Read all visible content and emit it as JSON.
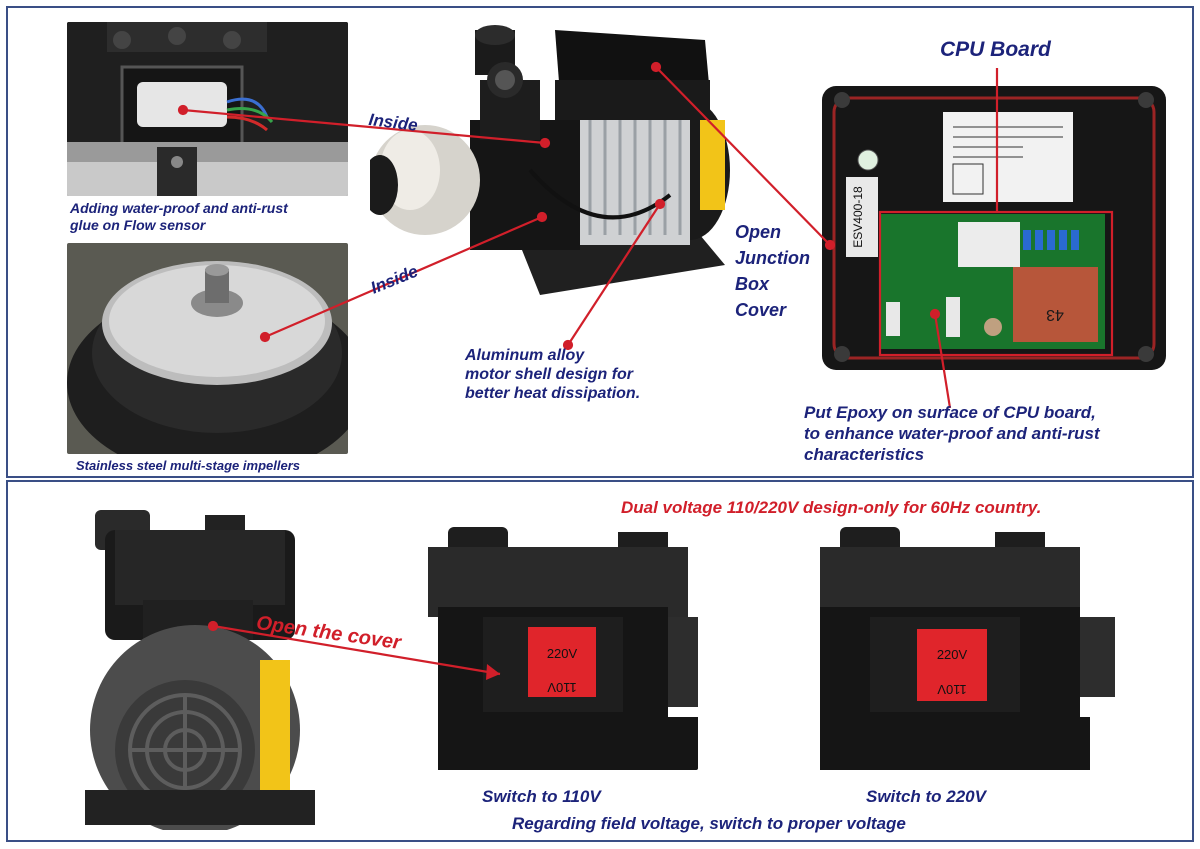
{
  "labels": {
    "inside_top": "Inside",
    "inside_bottom": "Inside",
    "flow_sensor_caption": "Adding water-proof and anti-rust\nglue on Flow sensor",
    "impellers_caption": "Stainless steel multi-stage impellers",
    "junction_box": "Open\nJunction\nBox\nCover",
    "aluminum": "Aluminum alloy\nmotor shell design for\nbetter heat dissipation.",
    "cpu_board": "CPU Board",
    "epoxy": "Put Epoxy on surface of CPU board,\nto enhance water-proof and anti-rust\ncharacteristics",
    "dual_voltage": "Dual voltage 110/220V design-only for 60Hz country.",
    "open_cover": "Open the cover",
    "switch_110": "Switch to 110V",
    "switch_220": "Switch to 220V",
    "regarding": "Regarding field voltage, switch to proper voltage"
  },
  "device_text": {
    "esv_model": "ESV400-18",
    "relay_number": "43",
    "switch_left_top": "220V",
    "switch_left_bottom": "110V",
    "switch_right_top": "220V",
    "switch_right_bottom": "110V"
  },
  "colors": {
    "label_blue": "#1c237a",
    "label_red": "#d11f2a",
    "frame_border": "#3a4f86",
    "switch_red": "#e0252b"
  }
}
